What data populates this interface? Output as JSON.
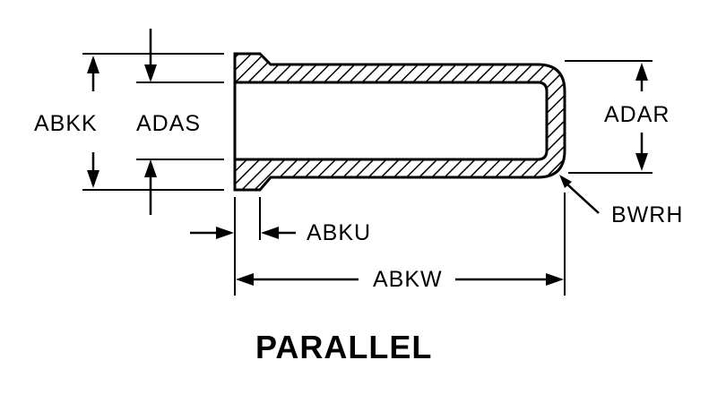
{
  "labels": {
    "abkk": "ABKK",
    "adas": "ADAS",
    "adar": "ADAR",
    "abku": "ABKU",
    "abkw": "ABKW",
    "bwrh": "BWRH"
  },
  "title": "PARALLEL",
  "colors": {
    "line": "#000000",
    "background": "#ffffff"
  }
}
